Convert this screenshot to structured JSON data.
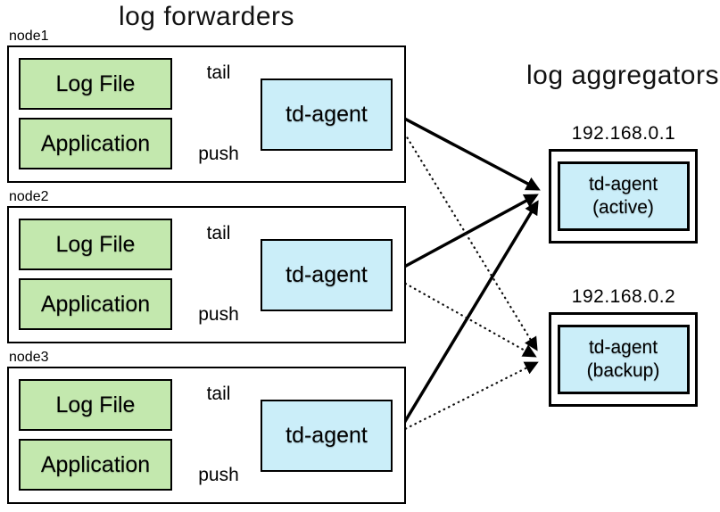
{
  "titles": {
    "forwarders": "log forwarders",
    "aggregators": "log aggregators"
  },
  "colors": {
    "source_box_fill": "#c3e8ae",
    "agent_box_fill": "#cbeef9",
    "box_border": "#000000"
  },
  "nodes": [
    {
      "name": "node1",
      "log_file": "Log File",
      "application": "Application",
      "agent": "td-agent",
      "tail": "tail",
      "push": "push"
    },
    {
      "name": "node2",
      "log_file": "Log File",
      "application": "Application",
      "agent": "td-agent",
      "tail": "tail",
      "push": "push"
    },
    {
      "name": "node3",
      "log_file": "Log File",
      "application": "Application",
      "agent": "td-agent",
      "tail": "tail",
      "push": "push"
    }
  ],
  "aggregators": [
    {
      "ip": "192.168.0.1",
      "agent_line1": "td-agent",
      "agent_line2": "(active)"
    },
    {
      "ip": "192.168.0.2",
      "agent_line1": "td-agent",
      "agent_line2": "(backup)"
    }
  ]
}
